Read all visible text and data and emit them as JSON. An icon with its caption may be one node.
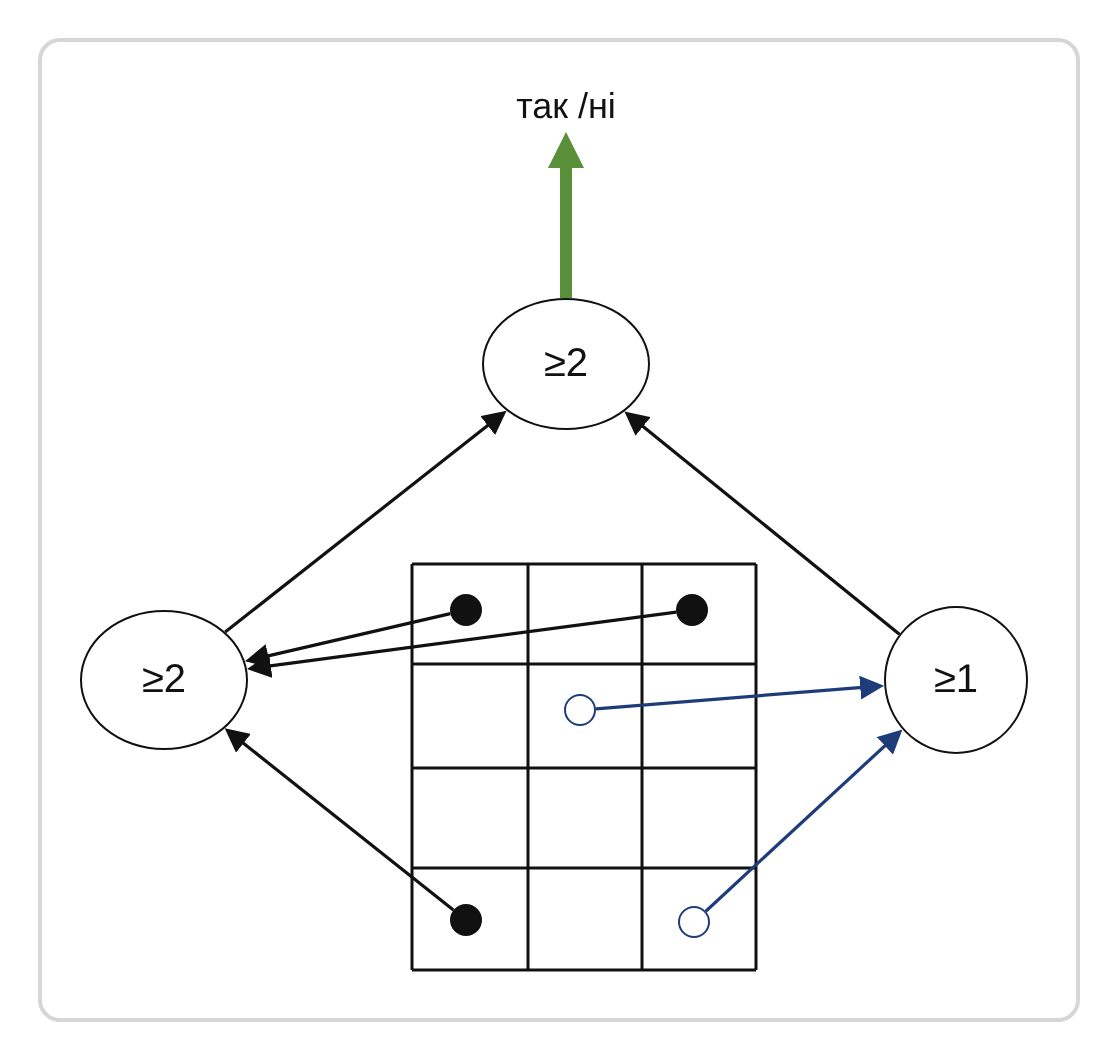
{
  "diagram": {
    "nodes": [
      {
        "text": [
          "так /ні"
        ]
      },
      {
        "text": [
          "≥2"
        ]
      },
      {
        "text": [
          "≥2"
        ]
      },
      {
        "text": [
          "≥1"
        ]
      },
      {
        "text": [],
        "shape": "circle"
      },
      {
        "text": [],
        "shape": "circle"
      },
      {
        "text": [],
        "shape": "circle"
      },
      {
        "text": [],
        "shape": "circle"
      },
      {
        "text": [],
        "shape": "circle"
      }
    ],
    "edges": [
      {
        "from": 1,
        "to": 0,
        "arrow": "to",
        "style": "thick",
        "color": "#5a8f3a"
      },
      {
        "from": 2,
        "to": 1,
        "arrow": "to"
      },
      {
        "from": 3,
        "to": 1,
        "arrow": "to"
      },
      {
        "from": 4,
        "to": 2,
        "arrow": "to"
      },
      {
        "from": 5,
        "to": 2,
        "arrow": "to"
      },
      {
        "from": 6,
        "to": 3,
        "arrow": "to",
        "color": "#1f3c7a"
      },
      {
        "from": 7,
        "to": 2,
        "arrow": "to"
      },
      {
        "from": 8,
        "to": 3,
        "arrow": "to",
        "color": "#1f3c7a"
      }
    ]
  }
}
